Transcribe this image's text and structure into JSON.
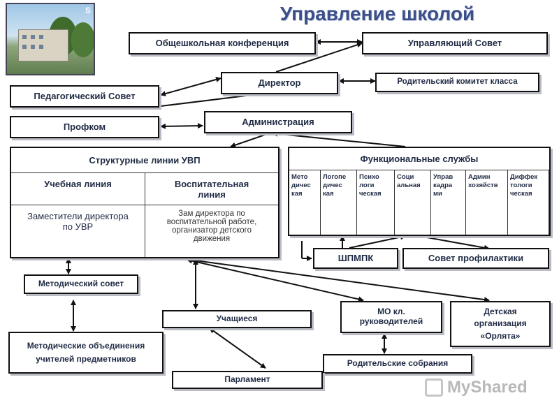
{
  "title": "Управление школой",
  "nodes": {
    "conference": "Общешкольная конференция",
    "council": "Управляющий Совет",
    "director": "Директор",
    "parent_committee": "Родительский комитет класса",
    "ped_council": "Педагогический Совет",
    "profkom": "Профком",
    "administration": "Администрация",
    "shpmpk": "ШПМПК",
    "prevention_council": "Совет профилактики",
    "method_council": "Методический совет",
    "students": "Учащиеся",
    "mo_leaders": "МО кл.\nруководителей",
    "children_org": "Детская\nорганизация\n«Орлята»",
    "method_unions": "Методические объединения\nучителей предметников",
    "parent_meetings": "Родительские собрания",
    "parliament": "Парламент"
  },
  "uvp": {
    "header": "Структурные линии УВП",
    "col1_title": "Учебная линия",
    "col2_title": "Воспитательная\nлиния",
    "col1_text": "Заместители директора\nпо УВР",
    "col2_text": "Зам директора по\nвоспитательной работе,\nорганизатор детского\nдвижения"
  },
  "services": {
    "header": "Функциональные службы",
    "items": [
      "Мето\nдичес\nкая",
      "Логопе\nдичес\nкая",
      "Психо\nлоги\nческая",
      "Соци\nальная",
      "Управ\nкадра\nми",
      "Админ\nхозяйств",
      "Диффек\nтологи\nческая"
    ]
  },
  "watermark": "MyShared",
  "colors": {
    "text": "#1f2a44",
    "title": "#3b4f8a",
    "border": "#111111"
  }
}
